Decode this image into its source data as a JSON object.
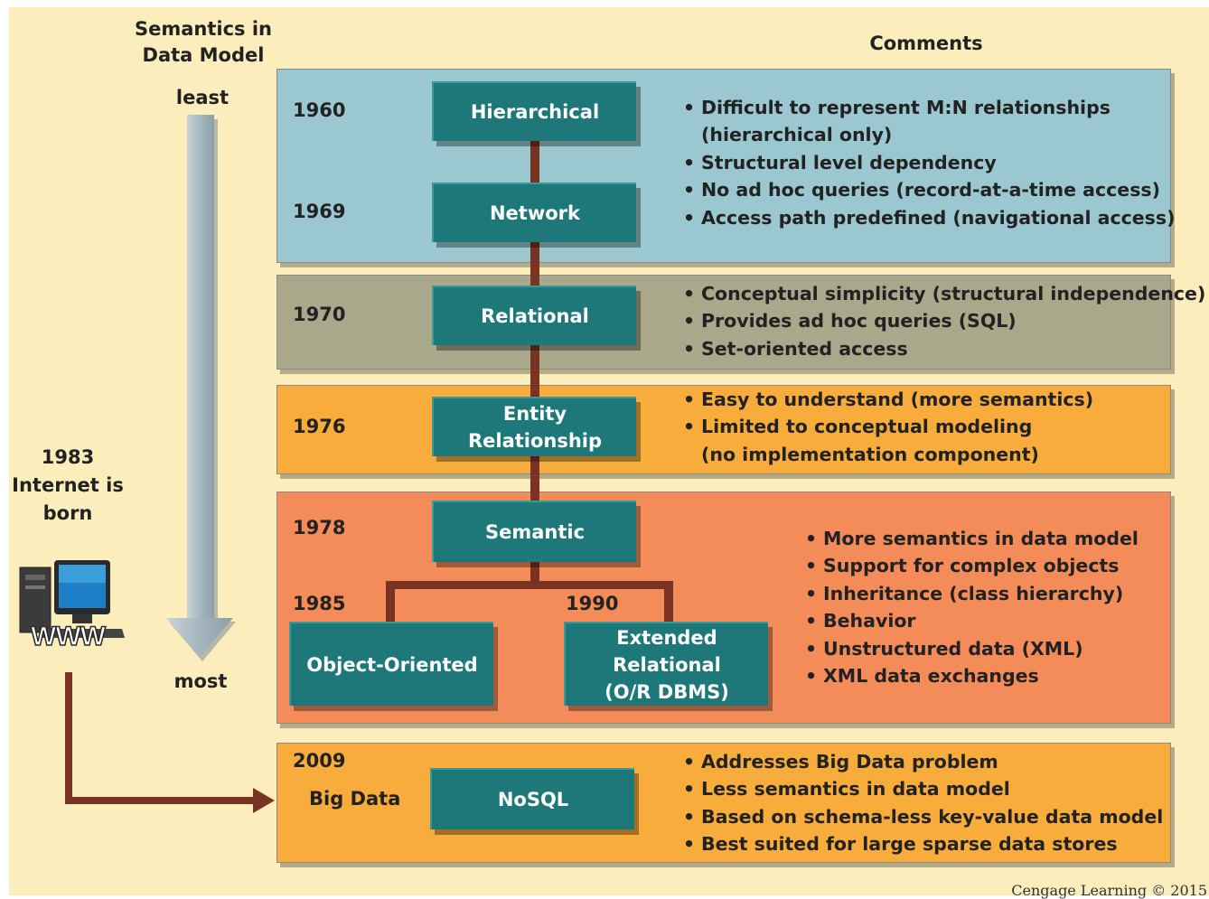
{
  "left_axis": {
    "title_line1": "Semantics in",
    "title_line2": "Data Model",
    "top_label": "least",
    "bottom_label": "most"
  },
  "internet_note": {
    "year": "1983",
    "line1": "Internet is",
    "line2": "born",
    "icon_text": "WWW"
  },
  "comments_header": "Comments",
  "bands": {
    "hierarchical_network": {
      "color": "#9bc8d0",
      "years": [
        "1960",
        "1969"
      ],
      "models": [
        "Hierarchical",
        "Network"
      ],
      "comments": [
        "Difficult to represent M:N relationships",
        "(hierarchical only)",
        "Structural level dependency",
        "No ad hoc queries (record-at-a-time access)",
        "Access path predefined (navigational access)"
      ]
    },
    "relational": {
      "color": "#a9a88a",
      "year": "1970",
      "model": "Relational",
      "comments": [
        "Conceptual simplicity (structural independence)",
        "Provides ad hoc queries (SQL)",
        "Set-oriented access"
      ]
    },
    "entity_relationship": {
      "color": "#f7ac3c",
      "year": "1976",
      "model": "Entity Relationship",
      "comments": [
        "Easy to understand (more semantics)",
        "Limited to conceptual modeling",
        "(no implementation component)"
      ]
    },
    "semantic": {
      "color": "#f48c5a",
      "years": [
        "1978",
        "1985",
        "1990"
      ],
      "models": [
        "Semantic",
        "Object-Oriented",
        "Extended Relational",
        "(O/R DBMS)"
      ],
      "comments": [
        "More semantics in data model",
        "Support for complex objects",
        "Inheritance (class hierarchy)",
        "Behavior",
        "Unstructured data (XML)",
        "XML data exchanges"
      ]
    },
    "nosql": {
      "color": "#f7ac3c",
      "year": "2009",
      "label": "Big Data",
      "model": "NoSQL",
      "comments": [
        "Addresses Big Data problem",
        "Less semantics in data model",
        "Based on schema-less key-value data model",
        "Best suited for large sparse data stores"
      ]
    }
  },
  "footer": "Cengage Learning © 2015",
  "colors": {
    "background": "#fbedbc",
    "model_box": "#1e7879",
    "connector": "#7a3323",
    "axis_arrow": "#a9b9c1"
  }
}
